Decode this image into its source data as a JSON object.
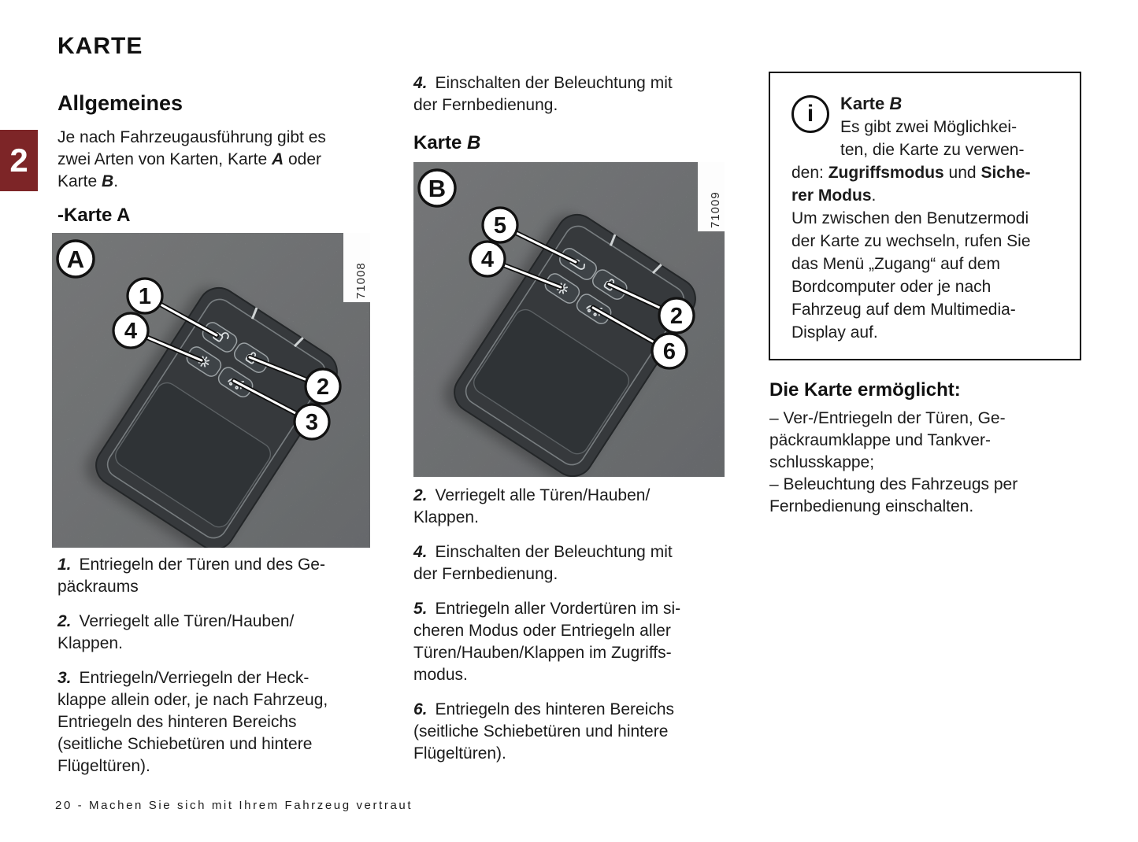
{
  "page": {
    "title": "KARTE",
    "chapter_tab": "2",
    "footer": "20 - Machen Sie sich mit Ihrem Fahrzeug vertraut"
  },
  "colors": {
    "chapter_tab_bg": "#7d2527",
    "text": "#1b1b1b",
    "figure_background": "#8e9192",
    "card_body": "#36393c"
  },
  "left_column": {
    "section_heading": "Allgemeines",
    "intro_parts": [
      "Je nach Fahrzeugausführung gibt es\nzwei Arten von Karten, Karte ",
      "A",
      " oder\nKarte ",
      "B",
      "."
    ],
    "karte_a_heading": "-Karte A",
    "figure_a": {
      "badge": "A",
      "ref": "71008",
      "callouts": [
        "1",
        "4",
        "2",
        "3"
      ],
      "button_icons": [
        "unlock-icon",
        "light-icon",
        "lock-icon",
        "trunk-icon"
      ]
    },
    "items": [
      {
        "num": "1.",
        "text": "Entriegeln der Türen und des Ge-\npäckraums"
      },
      {
        "num": "2.",
        "text": "Verriegelt alle Türen/Hauben/\nKlappen."
      },
      {
        "num": "3.",
        "text": "Entriegeln/Verriegeln der Heck-\nklappe allein oder, je nach Fahrzeug,\nEntriegeln des hinteren Bereichs\n(seitliche Schiebetüren und hintere\nFlügeltüren)."
      }
    ]
  },
  "middle_column": {
    "top_item": {
      "num": "4.",
      "text": "Einschalten der Beleuchtung mit\nder Fernbedienung."
    },
    "karte_b_heading_parts": [
      "Karte ",
      "B"
    ],
    "figure_b": {
      "badge": "B",
      "ref": "71009",
      "callouts": [
        "5",
        "4",
        "2",
        "6"
      ],
      "button_icons": [
        "boot-open-icon",
        "light-icon",
        "lock-icon",
        "trunk-icon"
      ]
    },
    "items": [
      {
        "num": "2.",
        "text": "Verriegelt alle Türen/Hauben/\nKlappen."
      },
      {
        "num": "4.",
        "text": "Einschalten der Beleuchtung mit\nder Fernbedienung."
      },
      {
        "num": "5.",
        "text": "Entriegeln aller Vordertüren im si-\ncheren Modus oder Entriegeln aller\nTüren/Hauben/Klappen im Zugriffs-\nmodus."
      },
      {
        "num": "6.",
        "text": "Entriegeln des hinteren Bereichs\n(seitliche Schiebetüren und hintere\nFlügeltüren)."
      }
    ]
  },
  "right_column": {
    "info_box": {
      "icon": "info-icon",
      "icon_glyph": "i",
      "title_parts": [
        "Karte ",
        "B"
      ],
      "head_text": "Es gibt zwei Möglichkei-\nten, die Karte zu verwen-",
      "body_parts": [
        "den: ",
        "Zugriffsmodus",
        " und ",
        "Siche-\nrer Modus",
        ".\nUm zwischen den Benutzermodi\nder Karte zu wechseln, rufen Sie\ndas Menü „Zugang“ auf dem\nBordcomputer oder je nach\nFahrzeug auf dem Multimedia-\nDisplay auf."
      ]
    },
    "enables_heading": "Die Karte ermöglicht:",
    "enables_items": [
      "–  Ver-/Entriegeln der Türen, Ge-\npäckraumklappe und Tankver-\nschlusskappe;",
      "–  Beleuchtung des Fahrzeugs per\nFernbedienung einschalten."
    ]
  }
}
